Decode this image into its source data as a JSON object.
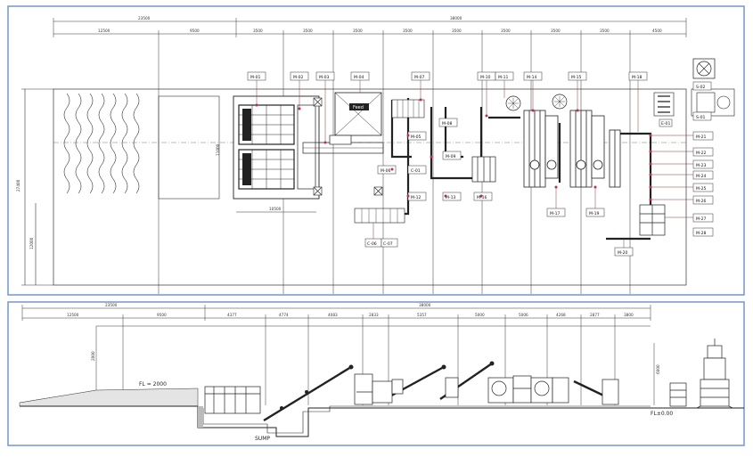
{
  "top_view": {
    "dims_total": [
      "23500",
      "38000"
    ],
    "dims_segments": [
      "12500",
      "9500",
      "3500",
      "3500",
      "3500",
      "3500",
      "3500",
      "3500",
      "3500",
      "3500",
      "4500"
    ],
    "dim_left_height": "27400",
    "dim_left_lower": "12000",
    "dim_center_height": "11000",
    "dim_bottom_width": "10500",
    "feed_box_label": "Feed",
    "tags_row": [
      "M-01",
      "M-02",
      "M-03",
      "M-04",
      "M-07",
      "M-10",
      "M-11",
      "M-14",
      "M-15",
      "M-18"
    ],
    "tags_mid": [
      "M-05",
      "M-08",
      "M-06",
      "M-09",
      "C-01",
      "M-12",
      "M-13",
      "M-16",
      "M-17",
      "M-19"
    ],
    "tags_bottom": [
      "C-06",
      "C-07",
      "M-20"
    ],
    "tags_right": [
      "M-21",
      "M-22",
      "M-23",
      "M-24",
      "M-25",
      "M-26",
      "M-27",
      "M-28"
    ],
    "tags_corner": [
      "S-01",
      "S-02",
      "E-01"
    ]
  },
  "side_view": {
    "dims_total": [
      "23500",
      "38000"
    ],
    "dims_segments": [
      "12500",
      "9500",
      "4377",
      "4774",
      "4083",
      "2833",
      "5357",
      "5000",
      "5006",
      "4268",
      "2877",
      "3800"
    ],
    "fl_upper": "FL = 2000",
    "fl_lower": "FL±0.00",
    "sump_label": "SUMP",
    "dim_height": "2000",
    "dim_right_height": "6000"
  }
}
